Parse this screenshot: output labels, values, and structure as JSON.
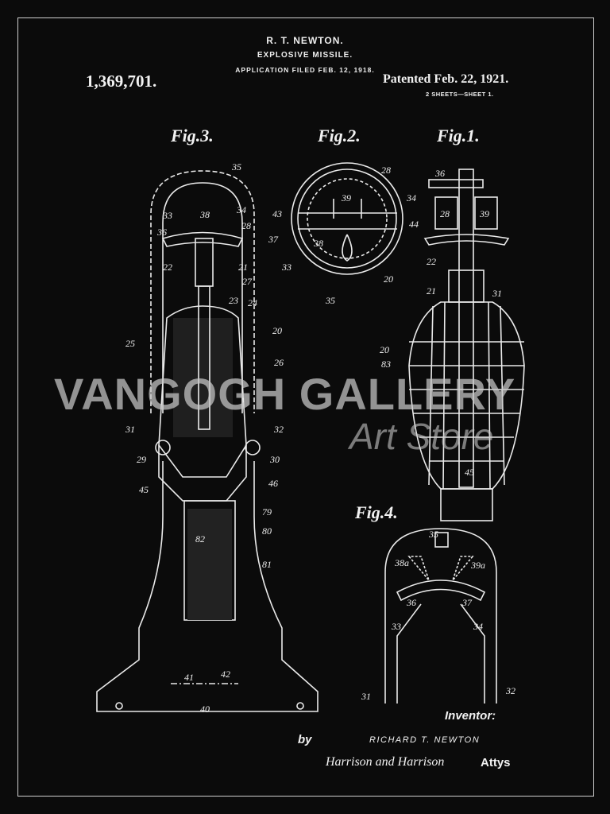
{
  "header": {
    "inventor_name": "R. T. NEWTON.",
    "title": "EXPLOSIVE MISSILE.",
    "filed": "APPLICATION FILED FEB. 12, 1918.",
    "patent_number": "1,369,701.",
    "patented": "Patented Feb. 22, 1921.",
    "sheets": "2 SHEETS—SHEET 1."
  },
  "figures": {
    "fig3": {
      "label": "Fig.3.",
      "refs": [
        "35",
        "33",
        "38",
        "34",
        "36",
        "28",
        "37",
        "22",
        "21",
        "27",
        "23",
        "24",
        "20",
        "25",
        "26",
        "31",
        "32",
        "29",
        "30",
        "45",
        "46",
        "79",
        "80",
        "82",
        "81",
        "41",
        "42",
        "40"
      ]
    },
    "fig2": {
      "label": "Fig.2.",
      "refs": [
        "28",
        "39",
        "34",
        "43",
        "44",
        "38",
        "33",
        "20",
        "35"
      ]
    },
    "fig1": {
      "label": "Fig.1.",
      "refs": [
        "36",
        "28",
        "39",
        "22",
        "21",
        "31",
        "20",
        "83",
        "45"
      ]
    },
    "fig4": {
      "label": "Fig.4.",
      "refs": [
        "35",
        "38a",
        "39a",
        "36",
        "37",
        "33",
        "34",
        "31",
        "32"
      ]
    }
  },
  "footer": {
    "inventor_label": "Inventor:",
    "by": "by",
    "inventor": "RICHARD T. NEWTON",
    "signature": "Harrison and Harrison",
    "attys": "Attys"
  },
  "watermark": {
    "line1": "VANGOGH GALLERY",
    "line2": "Art Store"
  }
}
